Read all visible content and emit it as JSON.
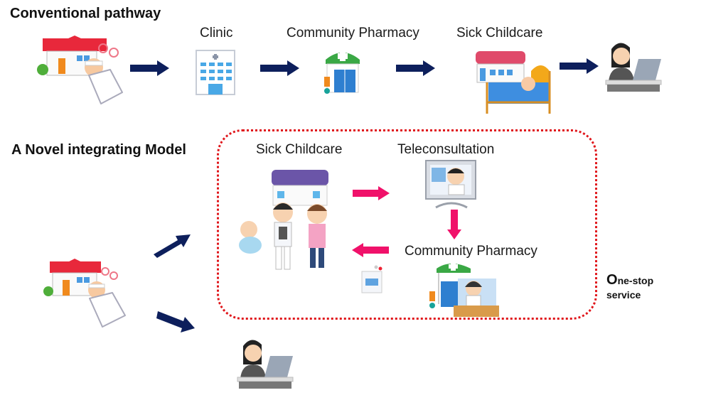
{
  "conventional": {
    "title": "Conventional pathway",
    "steps": [
      {
        "label": "Clinic",
        "icon": "hospital-icon"
      },
      {
        "label": "Community Pharmacy",
        "icon": "pharmacy-icon"
      },
      {
        "label": "Sick Childcare",
        "icon": "sick-childcare-icon"
      }
    ]
  },
  "novel": {
    "title": "A Novel integrating Model",
    "sick_childcare": "Sick Childcare",
    "teleconsultation": "Teleconsultation",
    "pharmacy": "Community Pharmacy",
    "one_stop_first": "O",
    "one_stop_rest": "ne-stop",
    "one_stop_line2": "service"
  },
  "colors": {
    "navy_arrow": "#0d1f5c",
    "pink_arrow": "#f0116a",
    "dotted_border": "#e0161b"
  }
}
